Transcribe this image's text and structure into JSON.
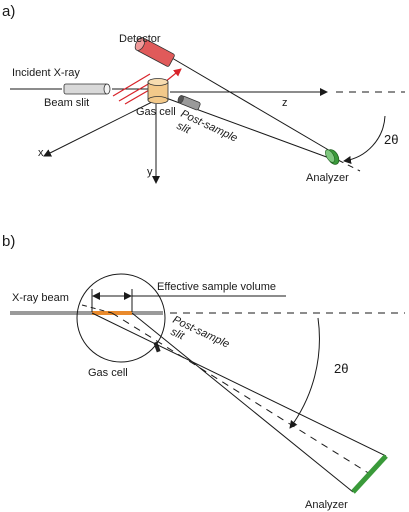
{
  "panel_a": {
    "label": "a)",
    "incident": "Incident X-ray",
    "beam_slit": "Beam slit",
    "detector": "Detector",
    "gas_cell": "Gas cell",
    "post_sample_1": "Post-sample",
    "post_sample_2": "slit",
    "axis_z": "z",
    "axis_x": "x",
    "axis_y": "y",
    "two_theta": "2θ",
    "analyzer": "Analyzer"
  },
  "panel_b": {
    "label": "b)",
    "beam": "X-ray beam",
    "effective": "Effective sample volume",
    "gas_cell": "Gas cell",
    "post_sample_1": "Post-sample",
    "post_sample_2": "slit",
    "two_theta": "2θ",
    "analyzer": "Analyzer"
  },
  "colors": {
    "detector": "#e05a5a",
    "gas_cell": "#f3c98a",
    "sample_volume": "#e98a2c",
    "analyzer": "#3a9a3a",
    "beam_rays": "#d8232a"
  }
}
